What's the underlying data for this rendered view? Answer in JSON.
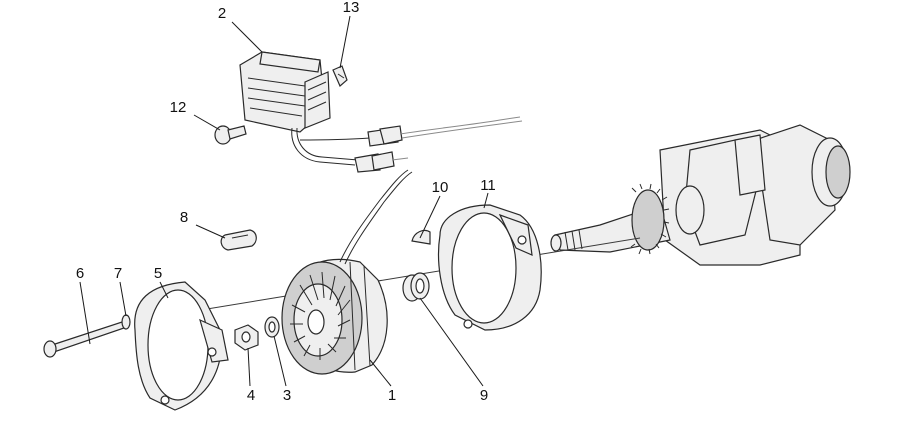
{
  "diagram": {
    "callouts": [
      {
        "id": "c1",
        "label": "1"
      },
      {
        "id": "c2",
        "label": "2"
      },
      {
        "id": "c3",
        "label": "3"
      },
      {
        "id": "c4",
        "label": "4"
      },
      {
        "id": "c5",
        "label": "5"
      },
      {
        "id": "c6",
        "label": "6"
      },
      {
        "id": "c7",
        "label": "7"
      },
      {
        "id": "c8",
        "label": "8"
      },
      {
        "id": "c9",
        "label": "9"
      },
      {
        "id": "c10",
        "label": "10"
      },
      {
        "id": "c11",
        "label": "11"
      },
      {
        "id": "c12",
        "label": "12"
      },
      {
        "id": "c13",
        "label": "13"
      }
    ]
  },
  "colors": {
    "line": "#2a2a2a",
    "fill": "#efefef",
    "background": "#ffffff"
  }
}
